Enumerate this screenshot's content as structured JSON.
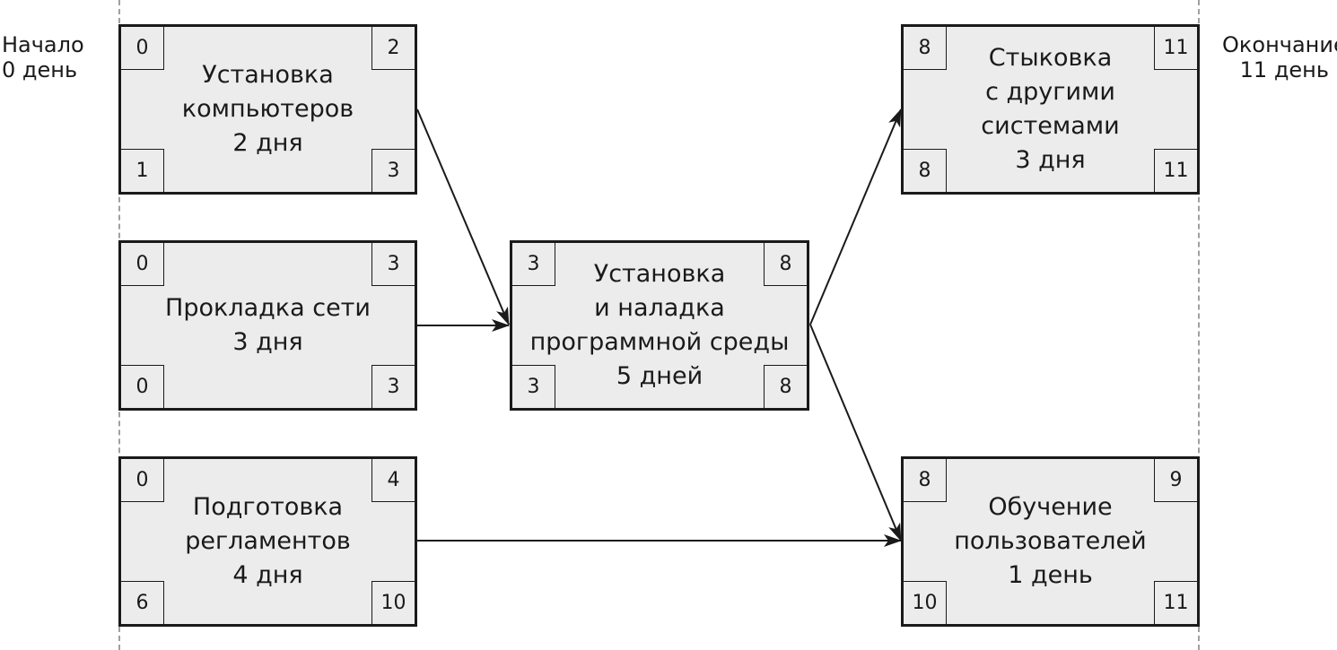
{
  "start_label": [
    "Начало",
    "0 день"
  ],
  "end_label": [
    "Окончание",
    "11 день"
  ],
  "tasks": {
    "install_computers": {
      "title_lines": [
        "Установка",
        "компьютеров",
        "2 дня"
      ],
      "es": "0",
      "ef": "2",
      "ls": "1",
      "lf": "3"
    },
    "network": {
      "title_lines": [
        "Прокладка сети",
        "3 дня"
      ],
      "es": "0",
      "ef": "3",
      "ls": "0",
      "lf": "3"
    },
    "regulations": {
      "title_lines": [
        "Подготовка",
        "регламентов",
        "4 дня"
      ],
      "es": "0",
      "ef": "4",
      "ls": "6",
      "lf": "10"
    },
    "software_setup": {
      "title_lines": [
        "Установка",
        "и наладка",
        "программной среды",
        "5 дней"
      ],
      "es": "3",
      "ef": "8",
      "ls": "3",
      "lf": "8"
    },
    "integration": {
      "title_lines": [
        "Стыковка",
        "с другими",
        "системами",
        "3 дня"
      ],
      "es": "8",
      "ef": "11",
      "ls": "8",
      "lf": "11"
    },
    "training": {
      "title_lines": [
        "Обучение",
        "пользователей",
        "1 день"
      ],
      "es": "8",
      "ef": "9",
      "ls": "10",
      "lf": "11"
    }
  },
  "dependencies": [
    {
      "from": "install_computers",
      "to": "software_setup"
    },
    {
      "from": "network",
      "to": "software_setup"
    },
    {
      "from": "software_setup",
      "to": "integration"
    },
    {
      "from": "software_setup",
      "to": "training"
    },
    {
      "from": "regulations",
      "to": "training"
    }
  ],
  "colors": {
    "box_fill": "#ececec",
    "stroke": "#1a1a1a",
    "guide_line": "#a0a0a0"
  }
}
